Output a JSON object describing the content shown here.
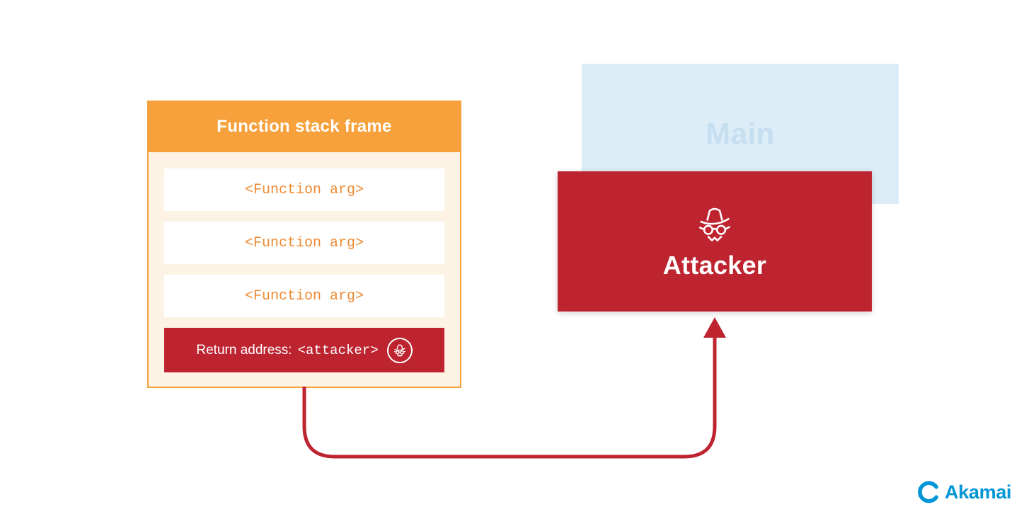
{
  "colors": {
    "orange": "#F7A13C",
    "orange_text": "#ED8A33",
    "cream": "#FDF3E5",
    "red": "#BE2430",
    "light_blue": "#DCEDF8",
    "main_text": "#C5DEF0",
    "akamai_blue": "#0096D6"
  },
  "stack_frame": {
    "title": "Function stack frame",
    "args": [
      "<Function arg>",
      "<Function arg>",
      "<Function arg>"
    ],
    "return_row": {
      "label": "Return address:",
      "value": "<attacker>"
    }
  },
  "main_box": {
    "label": "Main"
  },
  "attacker_box": {
    "label": "Attacker"
  },
  "logo": {
    "wordmark": "Akamai"
  }
}
